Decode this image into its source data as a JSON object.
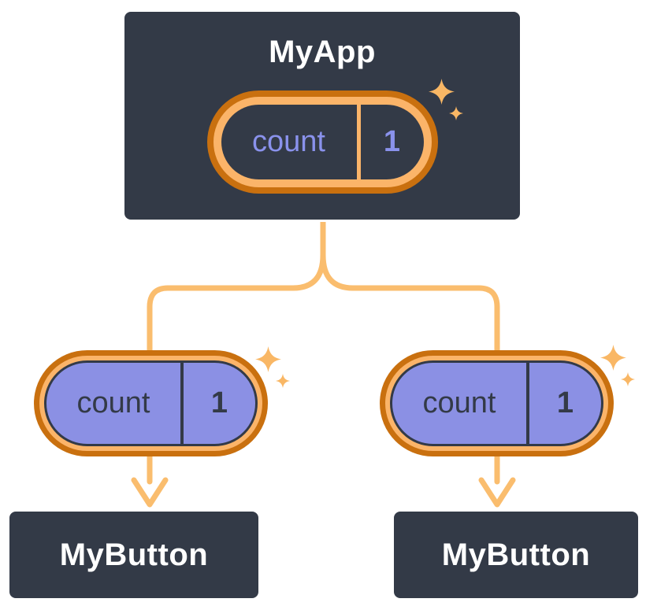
{
  "colors": {
    "background": "#ffffff",
    "navy": "#333a47",
    "purple": "#8b90e4",
    "lavender": "#8a92ec",
    "orange_dark": "#c9700f",
    "orange_light": "#fbb469",
    "connector": "#fabd6e",
    "sparkle": "#f9b765",
    "white": "#ffffff"
  },
  "root": {
    "title": "MyApp",
    "state": {
      "name": "count",
      "value": "1"
    }
  },
  "children": [
    {
      "title": "MyButton",
      "prop": {
        "name": "count",
        "value": "1"
      }
    },
    {
      "title": "MyButton",
      "prop": {
        "name": "count",
        "value": "1"
      }
    }
  ]
}
